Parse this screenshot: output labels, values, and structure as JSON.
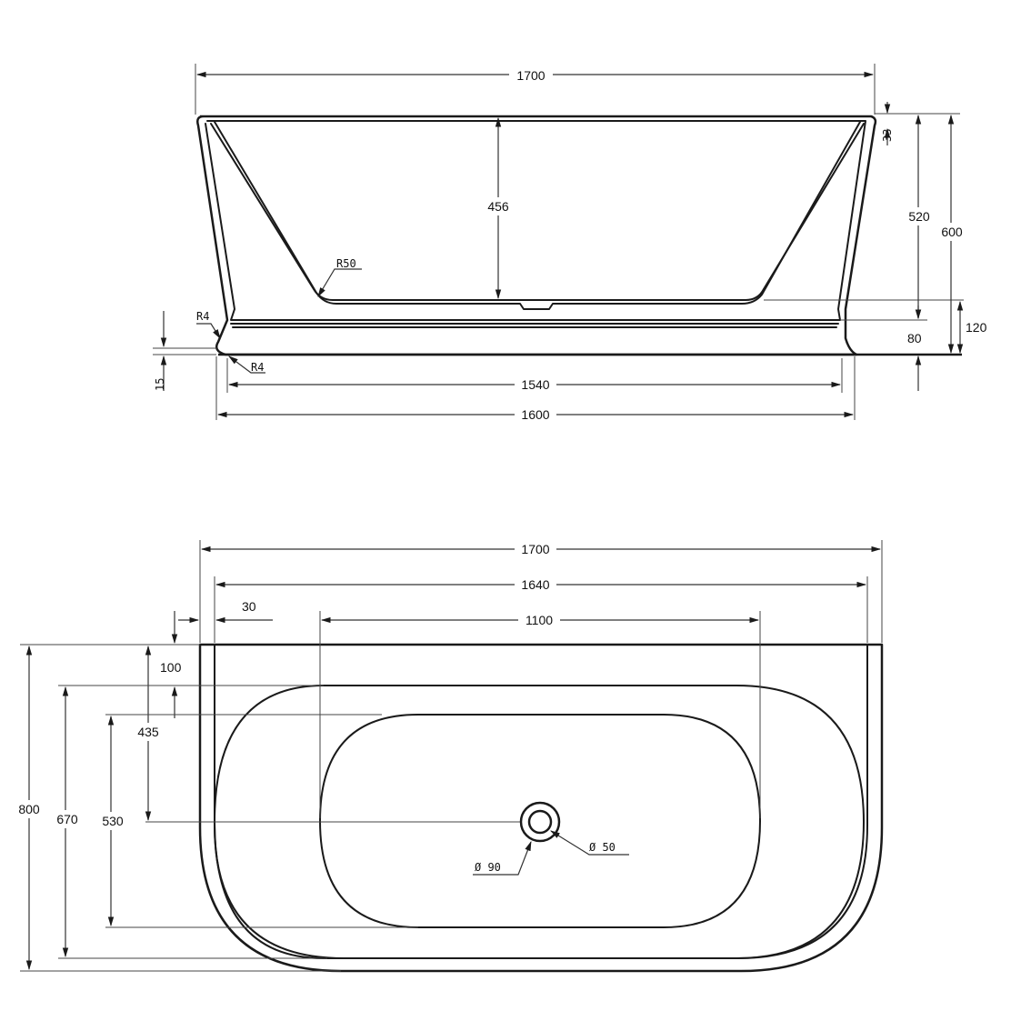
{
  "side_view": {
    "overall_length": "1700",
    "depth_inner": "456",
    "height_520": "520",
    "height_600": "600",
    "base_height_120": "120",
    "base_height_80": "80",
    "rim_small": "33",
    "base_length_inner": "1540",
    "base_length_outer": "1600",
    "radius_r50": "R50",
    "radius_r4_top": "R4",
    "radius_r4_bottom": "R4",
    "small_15": "15"
  },
  "top_view": {
    "overall_length": "1700",
    "inner_length": "1640",
    "basin_length": "1100",
    "offset_30": "30",
    "offset_100": "100",
    "offset_435": "435",
    "width_800": "800",
    "width_670": "670",
    "width_530": "530",
    "drain_outer": "Ø 90",
    "drain_inner": "Ø 50"
  },
  "colors": {
    "line": "#1a1a1a",
    "background": "#ffffff"
  }
}
